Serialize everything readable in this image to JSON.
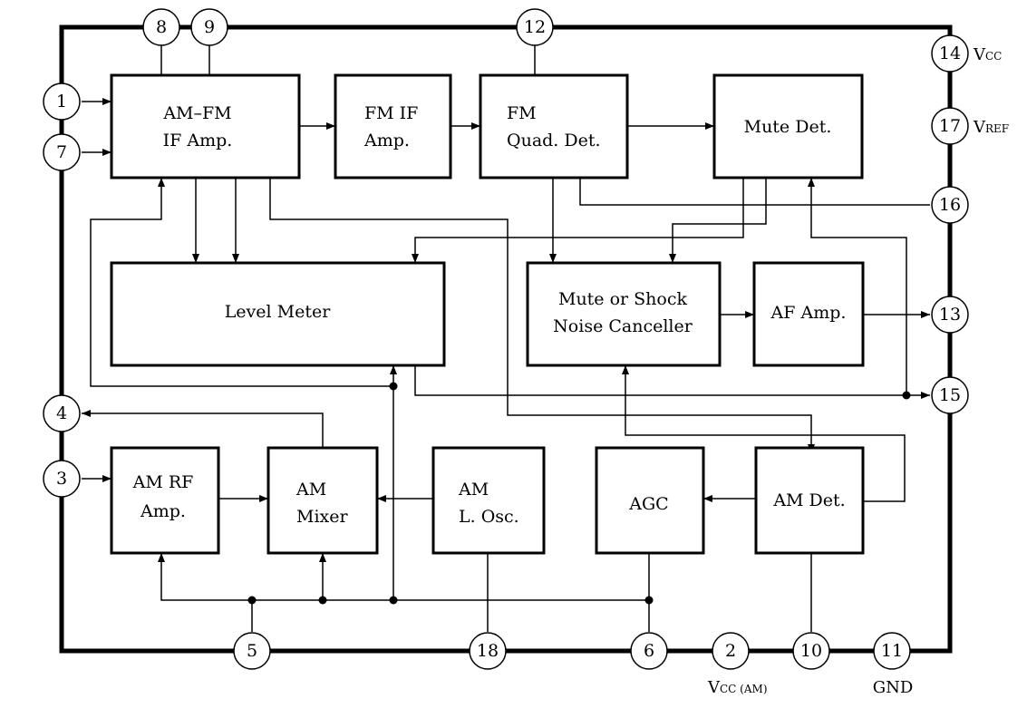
{
  "blocks": {
    "am_fm_if_amp": [
      "AM–FM",
      "IF Amp."
    ],
    "fm_if_amp": [
      "FM IF",
      "Amp."
    ],
    "fm_quad_det": [
      "FM",
      "Quad. Det."
    ],
    "mute_det": [
      "Mute Det."
    ],
    "level_meter": [
      "Level Meter"
    ],
    "mute_shock": [
      "Mute or  Shock",
      "Noise Canceller"
    ],
    "af_amp": [
      "AF Amp."
    ],
    "am_rf_amp": [
      "AM RF",
      "Amp."
    ],
    "am_mixer": [
      "AM",
      "Mixer"
    ],
    "am_l_osc": [
      "AM",
      "L. Osc."
    ],
    "agc": [
      "AGC"
    ],
    "am_det": [
      "AM Det."
    ]
  },
  "pins": {
    "p1": "1",
    "p2": "2",
    "p3": "3",
    "p4": "4",
    "p5": "5",
    "p6": "6",
    "p7": "7",
    "p8": "8",
    "p9": "9",
    "p10": "10",
    "p11": "11",
    "p12": "12",
    "p13": "13",
    "p14": "14",
    "p15": "15",
    "p16": "16",
    "p17": "17",
    "p18": "18"
  },
  "pin_labels": {
    "vcc_main": "V",
    "vcc_main_sub": "CC",
    "vref": "V",
    "vref_sub": "REF",
    "vcc_am": "V",
    "vcc_am_sub": "CC (AM)",
    "gnd": "GND"
  }
}
